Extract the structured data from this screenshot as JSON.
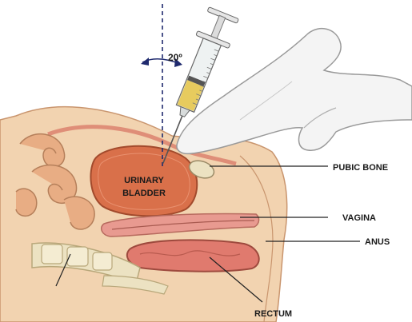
{
  "labels": {
    "angle": "20º",
    "urinary_line1": "URINARY",
    "urinary_line2": "BLADDER",
    "pubic_bone": "PUBIC BONE",
    "vagina": "VAGINA",
    "anus": "ANUS",
    "rectum": "RECTUM"
  },
  "colors": {
    "skin": "#f2d3b0",
    "skin_shade": "#e2b48c",
    "bladder": "#d9704a",
    "organ_pink": "#e89a90",
    "rectum": "#e07a6e",
    "bone": "#ece2c2",
    "glove": "#f4f4f4",
    "urine": "#e6c64e",
    "leader": "#222222"
  }
}
